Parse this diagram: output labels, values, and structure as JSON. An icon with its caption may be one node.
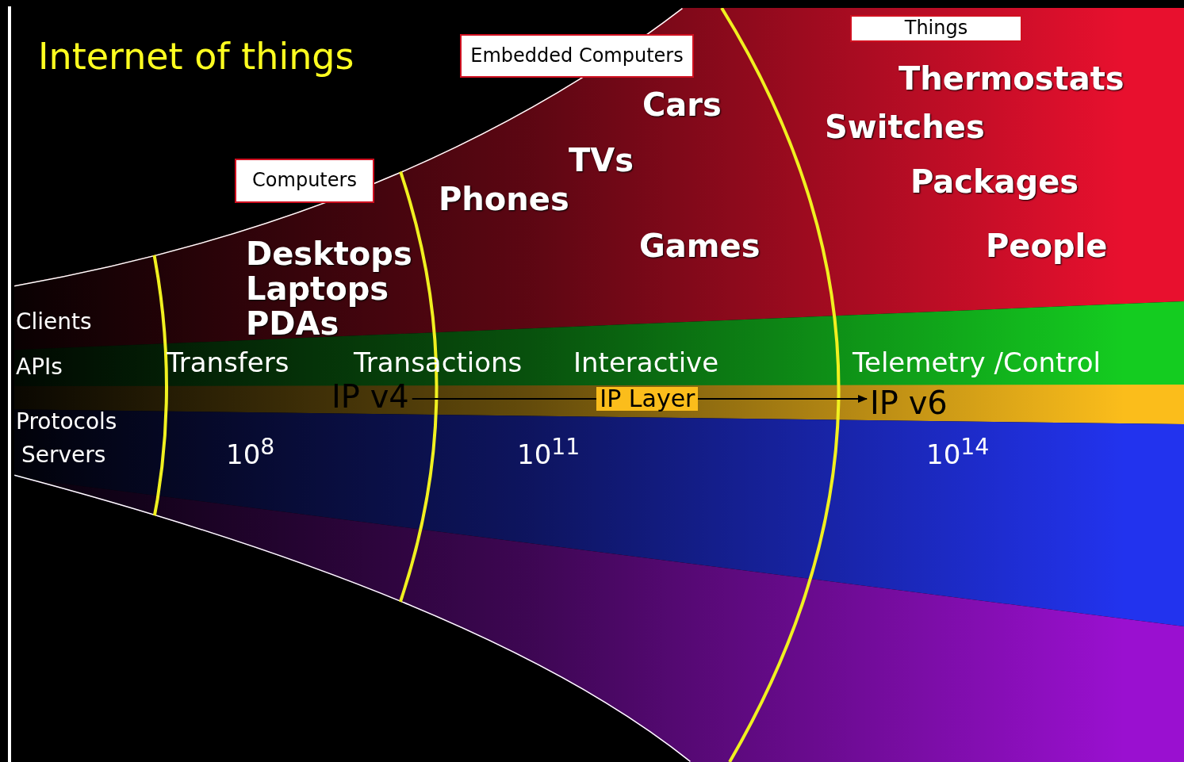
{
  "diagram": {
    "title": "Internet of things",
    "nodes": [
      {
        "text": [
          "Computers"
        ]
      },
      {
        "text": [
          "Embedded Computers"
        ]
      },
      {
        "text": [
          "Things"
        ]
      },
      {
        "text": [
          "IP v4"
        ]
      },
      {
        "text": [
          "IP v6"
        ]
      }
    ],
    "edges": [
      {
        "from": 3,
        "to": 4,
        "arrow": "to",
        "label": "IP Layer"
      }
    ],
    "labels": [
      "Clients",
      "APIs",
      "Protocols",
      "Servers",
      "Desktops",
      "Laptops",
      "PDAs",
      "Phones",
      "TVs",
      "Cars",
      "Games",
      "Thermostats",
      "Switches",
      "Packages",
      "People",
      "Transfers",
      "Transactions",
      "Interactive",
      "Telemetry /Control",
      "10$^{8}$",
      "10$^{11}$",
      "10$^{14}$"
    ]
  }
}
